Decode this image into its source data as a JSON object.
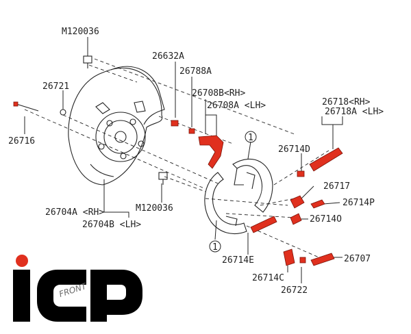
{
  "labels": {
    "bolt_top": "M120036",
    "bolt_mid": "M120036",
    "pin": "26632A",
    "washer": "26788A",
    "lever_rh": "26708B<RH>",
    "lever_lh": "26708A <LH>",
    "plug": "26721",
    "rod": "26716",
    "plate_rh": "26704A <RH>",
    "plate_lh": "26704B <LH>",
    "adjuster_rh": "26718<RH>",
    "adjuster_lh": "26718A <LH>",
    "spring_d": "26714D",
    "spring_17": "26717",
    "spring_p": "26714P",
    "spring_o": "26714O",
    "spring_e": "26714E",
    "spring_c": "26714C",
    "clip": "26722",
    "strut": "26707",
    "callout_1a": "1",
    "callout_1b": "1"
  },
  "logo": {
    "text": "ICP",
    "dot_color": "#e0301e",
    "front_text": "FRONT"
  },
  "colors": {
    "highlight": "#e0301e",
    "line": "#222222"
  }
}
